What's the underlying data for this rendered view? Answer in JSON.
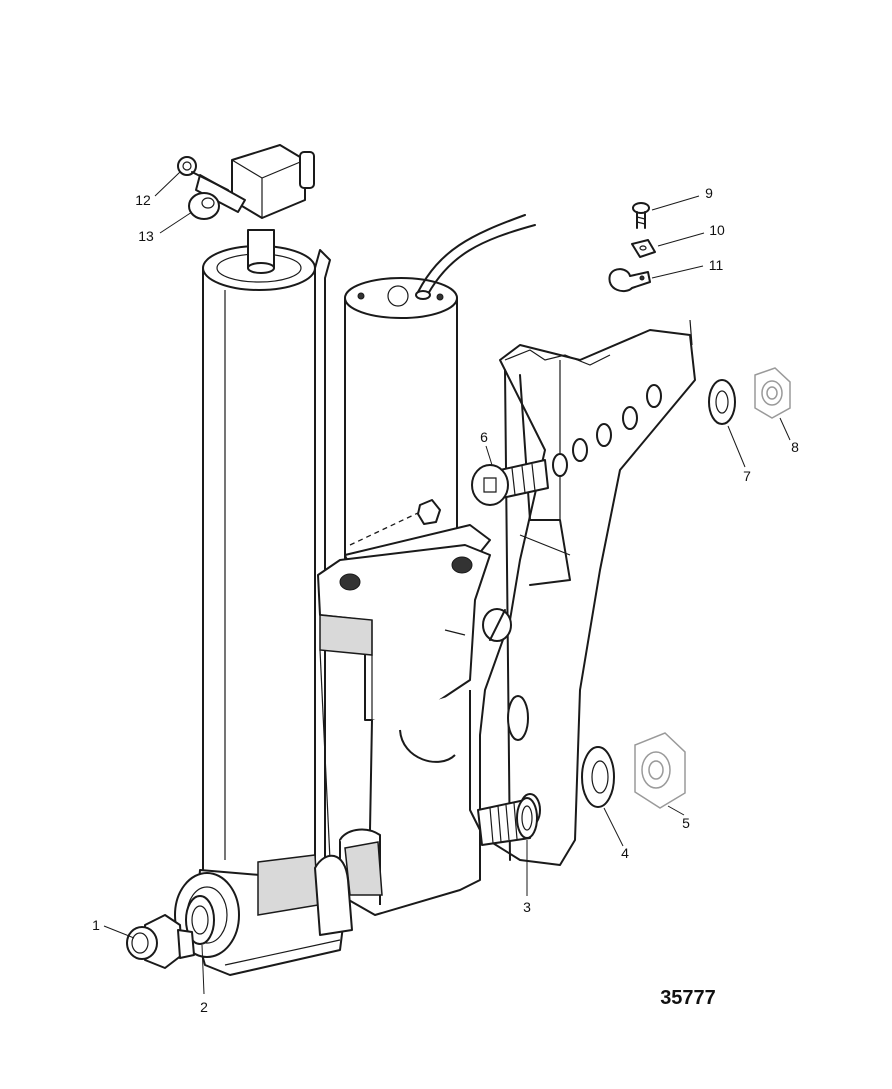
{
  "diagram": {
    "reference_number": "35777",
    "callouts": [
      "1",
      "2",
      "3",
      "4",
      "5",
      "6",
      "7",
      "8",
      "9",
      "10",
      "11",
      "12",
      "13"
    ]
  }
}
